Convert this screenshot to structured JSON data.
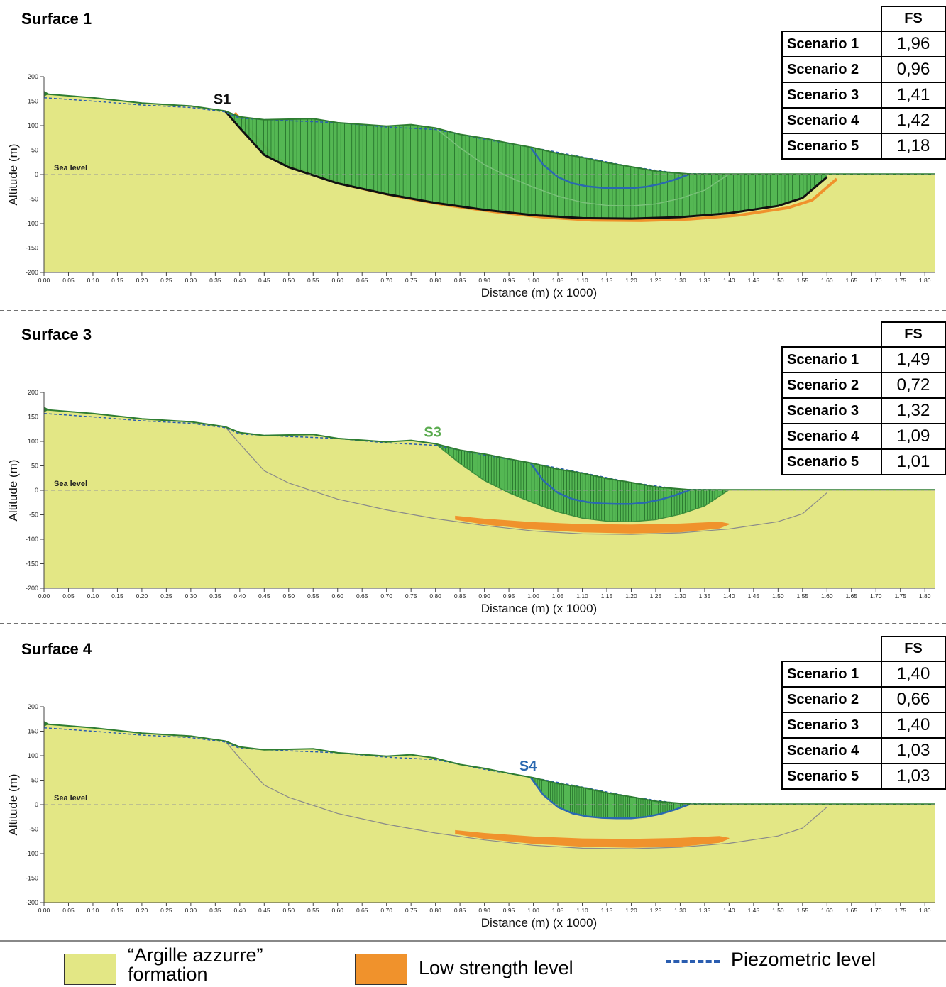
{
  "panels": [
    {
      "title": "Surface 1",
      "surface_label": "S1",
      "surface_color": "#111111",
      "fs_header": "FS",
      "fs": [
        {
          "scenario": "Scenario 1",
          "value": "1,96"
        },
        {
          "scenario": "Scenario 2",
          "value": "0,96"
        },
        {
          "scenario": "Scenario 3",
          "value": "1,41"
        },
        {
          "scenario": "Scenario 4",
          "value": "1,42"
        },
        {
          "scenario": "Scenario 5",
          "value": "1,18"
        }
      ]
    },
    {
      "title": "Surface 3",
      "surface_label": "S3",
      "surface_color": "#5aab4e",
      "fs_header": "FS",
      "fs": [
        {
          "scenario": "Scenario 1",
          "value": "1,49"
        },
        {
          "scenario": "Scenario 2",
          "value": "0,72"
        },
        {
          "scenario": "Scenario 3",
          "value": "1,32"
        },
        {
          "scenario": "Scenario 4",
          "value": "1,09"
        },
        {
          "scenario": "Scenario 5",
          "value": "1,01"
        }
      ]
    },
    {
      "title": "Surface 4",
      "surface_label": "S4",
      "surface_color": "#2a68b0",
      "fs_header": "FS",
      "fs": [
        {
          "scenario": "Scenario 1",
          "value": "1,40"
        },
        {
          "scenario": "Scenario 2",
          "value": "0,66"
        },
        {
          "scenario": "Scenario 3",
          "value": "1,40"
        },
        {
          "scenario": "Scenario 4",
          "value": "1,03"
        },
        {
          "scenario": "Scenario 5",
          "value": "1,03"
        }
      ]
    }
  ],
  "chart_data": {
    "type": "area",
    "xlabel": "Distance (m) (x 1000)",
    "ylabel": "Altitude (m)",
    "xlim": [
      0,
      1.82
    ],
    "ylim": [
      -200,
      200
    ],
    "x_ticks": [
      "0.00",
      "0.05",
      "0.10",
      "0.15",
      "0.20",
      "0.25",
      "0.30",
      "0.35",
      "0.40",
      "0.45",
      "0.50",
      "0.55",
      "0.60",
      "0.65",
      "0.70",
      "0.75",
      "0.80",
      "0.85",
      "0.90",
      "0.95",
      "1.00",
      "1.05",
      "1.10",
      "1.15",
      "1.20",
      "1.25",
      "1.30",
      "1.35",
      "1.40",
      "1.45",
      "1.50",
      "1.55",
      "1.60",
      "1.65",
      "1.70",
      "1.75",
      "1.80"
    ],
    "y_ticks": [
      "200",
      "150",
      "100",
      "50",
      "0",
      "-50",
      "-100",
      "-150",
      "-200"
    ],
    "sea_level_label": "Sea level",
    "sea_level": 0,
    "ground_profile": {
      "x": [
        0,
        0.1,
        0.2,
        0.3,
        0.37,
        0.4,
        0.45,
        0.5,
        0.55,
        0.6,
        0.7,
        0.75,
        0.8,
        0.85,
        0.9,
        0.95,
        1.0,
        1.05,
        1.1,
        1.15,
        1.2,
        1.25,
        1.32,
        1.4,
        1.5,
        1.6,
        1.82
      ],
      "y": [
        165,
        157,
        146,
        140,
        130,
        118,
        112,
        113,
        114,
        106,
        99,
        102,
        95,
        82,
        74,
        64,
        55,
        43,
        35,
        24,
        16,
        7,
        1,
        1,
        1,
        1,
        1
      ]
    },
    "slip_surfaces": [
      {
        "name": "S1",
        "x": [
          0.37,
          0.4,
          0.45,
          0.5,
          0.6,
          0.7,
          0.8,
          0.9,
          1.0,
          1.1,
          1.2,
          1.3,
          1.4,
          1.5,
          1.55,
          1.6
        ],
        "y": [
          130,
          95,
          40,
          15,
          -18,
          -40,
          -58,
          -72,
          -83,
          -89,
          -90,
          -87,
          -79,
          -64,
          -48,
          -5
        ]
      },
      {
        "name": "S3",
        "x": [
          0.8,
          0.85,
          0.9,
          0.95,
          1.0,
          1.05,
          1.1,
          1.15,
          1.2,
          1.25,
          1.3,
          1.35,
          1.4
        ],
        "y": [
          95,
          55,
          20,
          -5,
          -26,
          -44,
          -57,
          -63,
          -64,
          -60,
          -49,
          -32,
          1
        ]
      },
      {
        "name": "S4",
        "x": [
          0.995,
          1.02,
          1.05,
          1.08,
          1.11,
          1.14,
          1.17,
          1.2,
          1.23,
          1.26,
          1.29,
          1.32
        ],
        "y": [
          55,
          20,
          -5,
          -18,
          -24,
          -27,
          -28,
          -28,
          -25,
          -19,
          -10,
          1
        ]
      }
    ],
    "piezometric_level": {
      "x": [
        0,
        0.1,
        0.2,
        0.3,
        0.37,
        0.4,
        0.5,
        0.6,
        0.7,
        0.8,
        0.9,
        1.0,
        1.1,
        1.2,
        1.3,
        1.4,
        1.82
      ],
      "y": [
        157,
        150,
        142,
        137,
        128,
        115,
        110,
        106,
        97,
        92,
        72,
        55,
        36,
        16,
        2,
        1,
        1
      ]
    },
    "low_strength_level": {
      "x": [
        0.84,
        0.9,
        1.0,
        1.1,
        1.2,
        1.3,
        1.38,
        1.4
      ],
      "y_top": [
        -52,
        -58,
        -65,
        -69,
        -70,
        -68,
        -64,
        -68
      ],
      "y_bottom": [
        -60,
        -70,
        -80,
        -86,
        -88,
        -86,
        -78,
        -70
      ]
    }
  },
  "legend": [
    {
      "label": "“Argille azzurre” formation",
      "line1": "“Argille azzurre”",
      "line2": "formation",
      "color": "#e3e785"
    },
    {
      "label": "Low strength level",
      "color": "#f0922c"
    },
    {
      "label": "Piezometric level",
      "color": "#2a5db0"
    }
  ],
  "colors": {
    "formation": "#e3e785",
    "slide_mass": "#4cb450",
    "slide_hatch": "#0d4d16",
    "ground_line": "#2e7d32",
    "piezometric": "#2a5db0",
    "low_strength": "#f0922c",
    "shallow_surface": "#2a68b0",
    "slip_black": "#111111",
    "ghost_surface": "#8a8a8a"
  }
}
